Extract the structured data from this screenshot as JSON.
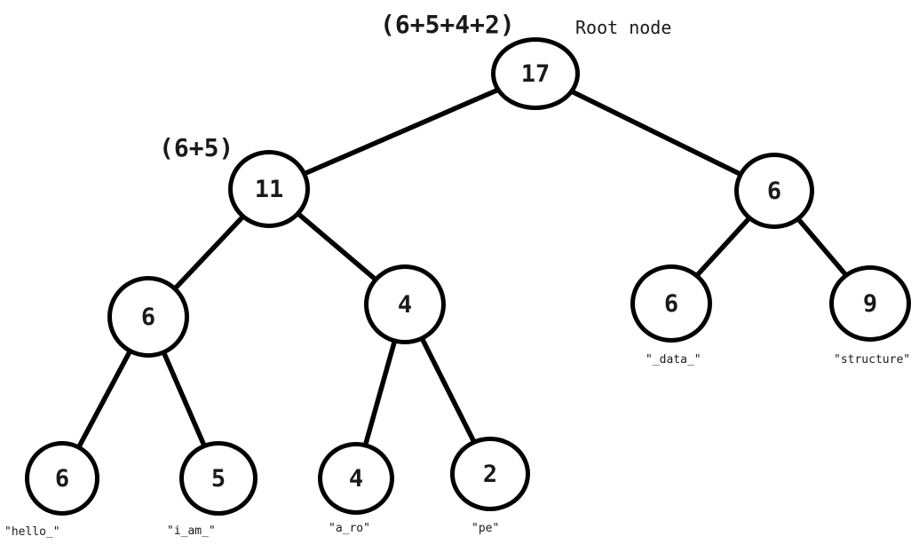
{
  "tree": {
    "root_annotation": "(6+5+4+2)",
    "root_caption": "Root node",
    "left_annotation": "(6+5)",
    "nodes": {
      "root": {
        "value": "17"
      },
      "n11": {
        "value": "11"
      },
      "n6_right": {
        "value": "6"
      },
      "n6_left": {
        "value": "6"
      },
      "n4": {
        "value": "4"
      },
      "hello": {
        "value": "6",
        "text": "\"hello_\""
      },
      "iam": {
        "value": "5",
        "text": "\"i_am_\""
      },
      "aro": {
        "value": "4",
        "text": "\"a_ro\""
      },
      "pe": {
        "value": "2",
        "text": "\"pe\""
      },
      "data": {
        "value": "6",
        "text": "\"_data_\""
      },
      "structure": {
        "value": "9",
        "text": "\"structure\""
      }
    },
    "edges": [
      [
        "root",
        "n11"
      ],
      [
        "root",
        "n6_right"
      ],
      [
        "n11",
        "n6_left"
      ],
      [
        "n11",
        "n4"
      ],
      [
        "n6_left",
        "hello"
      ],
      [
        "n6_left",
        "iam"
      ],
      [
        "n4",
        "aro"
      ],
      [
        "n4",
        "pe"
      ],
      [
        "n6_right",
        "data"
      ],
      [
        "n6_right",
        "structure"
      ]
    ]
  }
}
